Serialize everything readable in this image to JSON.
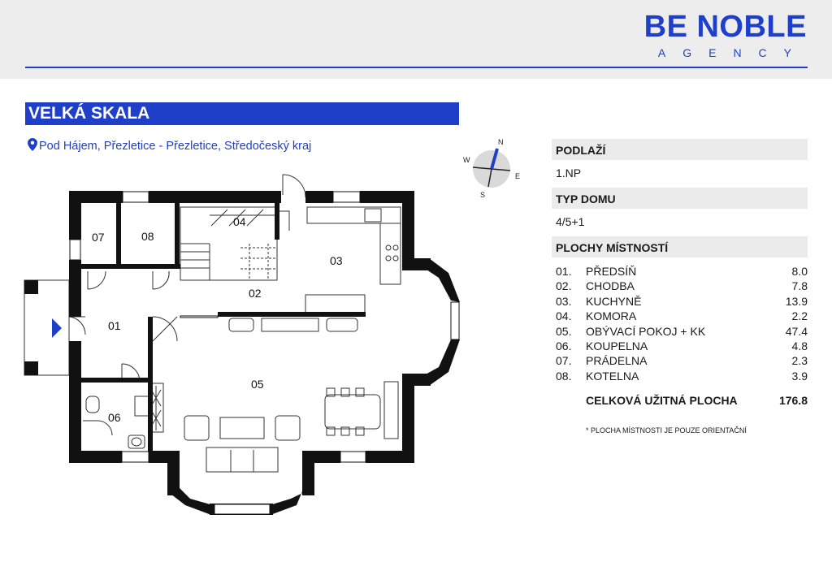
{
  "brand": {
    "name": "BE NOBLE",
    "sub": "AGENCY",
    "color": "#1f3fc9"
  },
  "listing": {
    "title": "VELKÁ SKALA",
    "address": "Pod Hájem, Přezletice - Přezletice, Středočeský kraj"
  },
  "compass": {
    "north": "N",
    "south": "S",
    "east": "E",
    "west": "W"
  },
  "plan_labels": [
    "07",
    "08",
    "04",
    "03",
    "02",
    "01",
    "05",
    "06"
  ],
  "panel": {
    "floor_label": "PODLAŽÍ",
    "floor_value": "1.NP",
    "type_label": "TYP DOMU",
    "type_value": "4/5+1",
    "rooms_label": "PLOCHY MÍSTNOSTÍ",
    "rooms": [
      {
        "num": "01.",
        "name": "PŘEDSÍŇ",
        "area": "8.0"
      },
      {
        "num": "02.",
        "name": "CHODBA",
        "area": "7.8"
      },
      {
        "num": "03.",
        "name": "KUCHYNĚ",
        "area": "13.9"
      },
      {
        "num": "04.",
        "name": "KOMORA",
        "area": "2.2"
      },
      {
        "num": "05.",
        "name": "OBÝVACÍ POKOJ + KK",
        "area": "47.4"
      },
      {
        "num": "06.",
        "name": "KOUPELNA",
        "area": "4.8"
      },
      {
        "num": "07.",
        "name": "PRÁDELNA",
        "area": "2.3"
      },
      {
        "num": "08.",
        "name": "KOTELNA",
        "area": "3.9"
      }
    ],
    "total_label": "CELKOVÁ UŽITNÁ PLOCHA",
    "total_value": "176.8",
    "note": "* PLOCHA MÍSTNOSTI JE POUZE ORIENTAČNÍ"
  }
}
